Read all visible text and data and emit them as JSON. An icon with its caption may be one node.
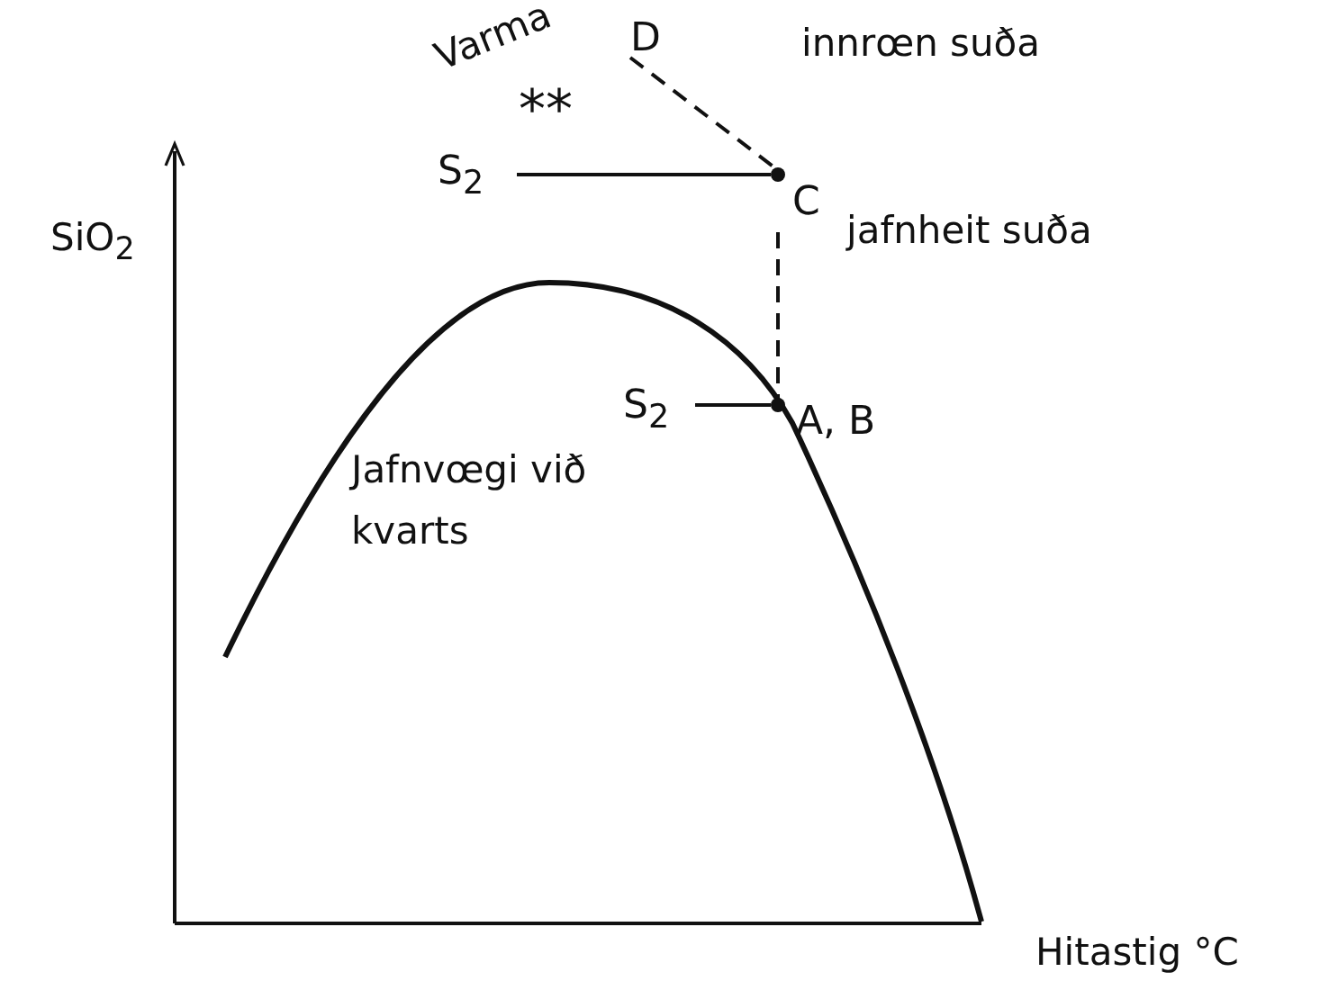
{
  "diagram": {
    "nodes": [
      {
        "text": [
          "D"
        ]
      },
      {
        "text": [
          "C"
        ]
      },
      {
        "text": [
          "A, B"
        ]
      },
      {
        "text": [
          "S$_{2}$"
        ]
      },
      {
        "text": [
          "S$_{2}$"
        ]
      }
    ],
    "edges": [
      {
        "from": 0,
        "to": 1,
        "arrow": "none",
        "style": "dashed"
      },
      {
        "from": 1,
        "to": 2,
        "arrow": "none",
        "style": "dashed"
      },
      {
        "from": 3,
        "to": 1,
        "arrow": "none"
      },
      {
        "from": 4,
        "to": 2,
        "arrow": "none"
      }
    ],
    "labels": [
      "Varma",
      "innrœn suða",
      "**",
      "SiO$_{2}$",
      "jafnheit suða",
      "Jafnvœgi við kvarts",
      "Hitastig °C"
    ]
  }
}
